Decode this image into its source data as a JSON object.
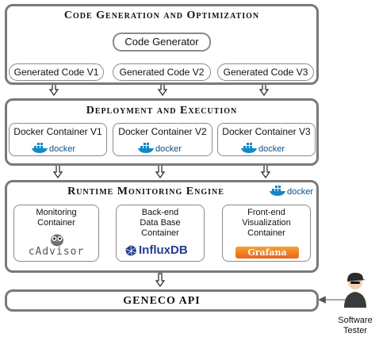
{
  "sections": {
    "codegen": {
      "title": "Code Generation and Optimization"
    },
    "deploy": {
      "title": "Deployment and Execution"
    },
    "runtime": {
      "title": "Runtime Monitoring Engine"
    },
    "api": {
      "title": "GENECO API"
    }
  },
  "code_generator": "Code Generator",
  "generated_codes": [
    "Generated Code V1",
    "Generated Code V2",
    "Generated Code V3"
  ],
  "docker_containers": [
    "Docker Container V1",
    "Docker Container V2",
    "Docker Container V3"
  ],
  "docker_logo_text": "docker",
  "monitoring": {
    "container1": {
      "title_line1": "Monitoring",
      "title_line2": "Container",
      "logo": "cAdvisor"
    },
    "container2": {
      "title_line1": "Back-end",
      "title_line2": "Data Base",
      "title_line3": "Container",
      "logo": "InfluxDB"
    },
    "container3": {
      "title_line1": "Front-end",
      "title_line2": "Visualization",
      "title_line3": "Container",
      "logo": "Grafana"
    }
  },
  "tester": {
    "line1": "Software",
    "line2": "Tester",
    "icon": "user-icon"
  },
  "colors": {
    "border": "#7a7a7a",
    "docker_blue": "#0b4f86",
    "influx_blue": "#1f3e8f",
    "grafana_orange": "#e8641b"
  }
}
